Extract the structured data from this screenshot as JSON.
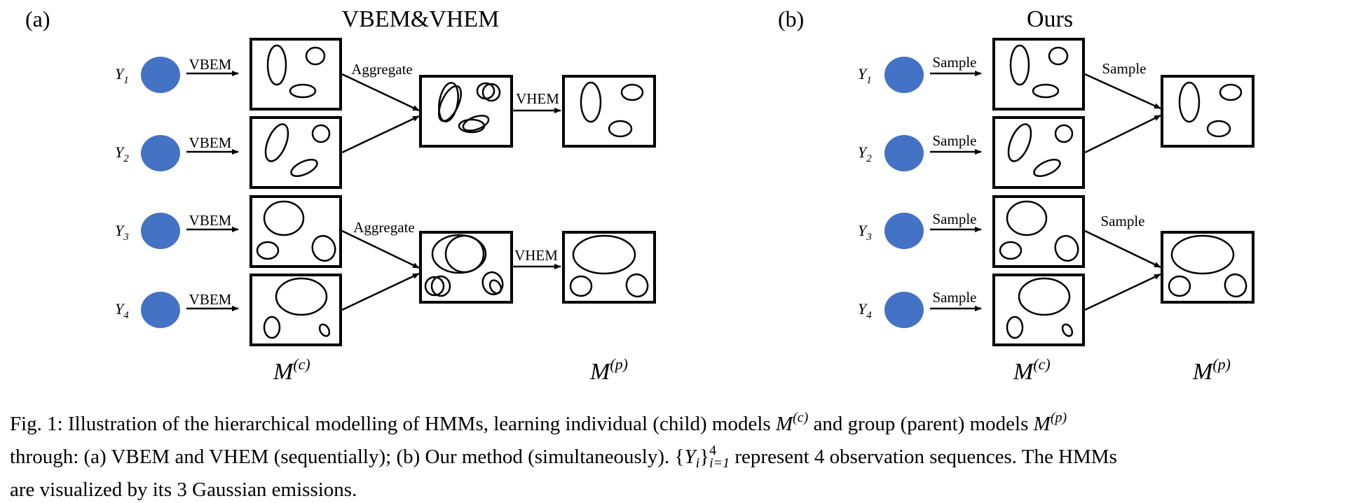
{
  "panel_a": {
    "label": "(a)",
    "title": "VBEM&VHEM",
    "edge_label": "VBEM",
    "aggregate_label": "Aggregate",
    "vhem_label": "VHEM",
    "child_axis_label": "M",
    "child_axis_sup": "(c)",
    "parent_axis_label": "M",
    "parent_axis_sup": "(p)"
  },
  "panel_b": {
    "label": "(b)",
    "title": "Ours",
    "edge_label": "Sample",
    "sample_label": "Sample",
    "child_axis_label": "M",
    "child_axis_sup": "(c)",
    "parent_axis_label": "M",
    "parent_axis_sup": "(p)"
  },
  "observations": [
    {
      "label": "Y",
      "sub": "1"
    },
    {
      "label": "Y",
      "sub": "2"
    },
    {
      "label": "Y",
      "sub": "3"
    },
    {
      "label": "Y",
      "sub": "4"
    }
  ],
  "colors": {
    "observation_node": "#4472c4",
    "stroke": "#000000"
  },
  "caption": {
    "fig_prefix": "Fig. 1: Illustration of the hierarchical modelling of HMMs, learning individual (child) models ",
    "m_symbol": "M",
    "child_sup": "(c)",
    "mid_text": " and group (parent) models ",
    "parent_sup": "(p)",
    "line2_text": "through: (a) VBEM and VHEM (sequentially); (b) Our method (simultaneously). ",
    "set_open": "{",
    "set_var": "Y",
    "set_sub": "i",
    "set_close": "}",
    "set_range_sup": "4",
    "set_range_sub": "i=1",
    "line2_tail": " represent 4 observation sequences. The HMMs",
    "line3_text": "are visualized by its 3 Gaussian emissions."
  }
}
